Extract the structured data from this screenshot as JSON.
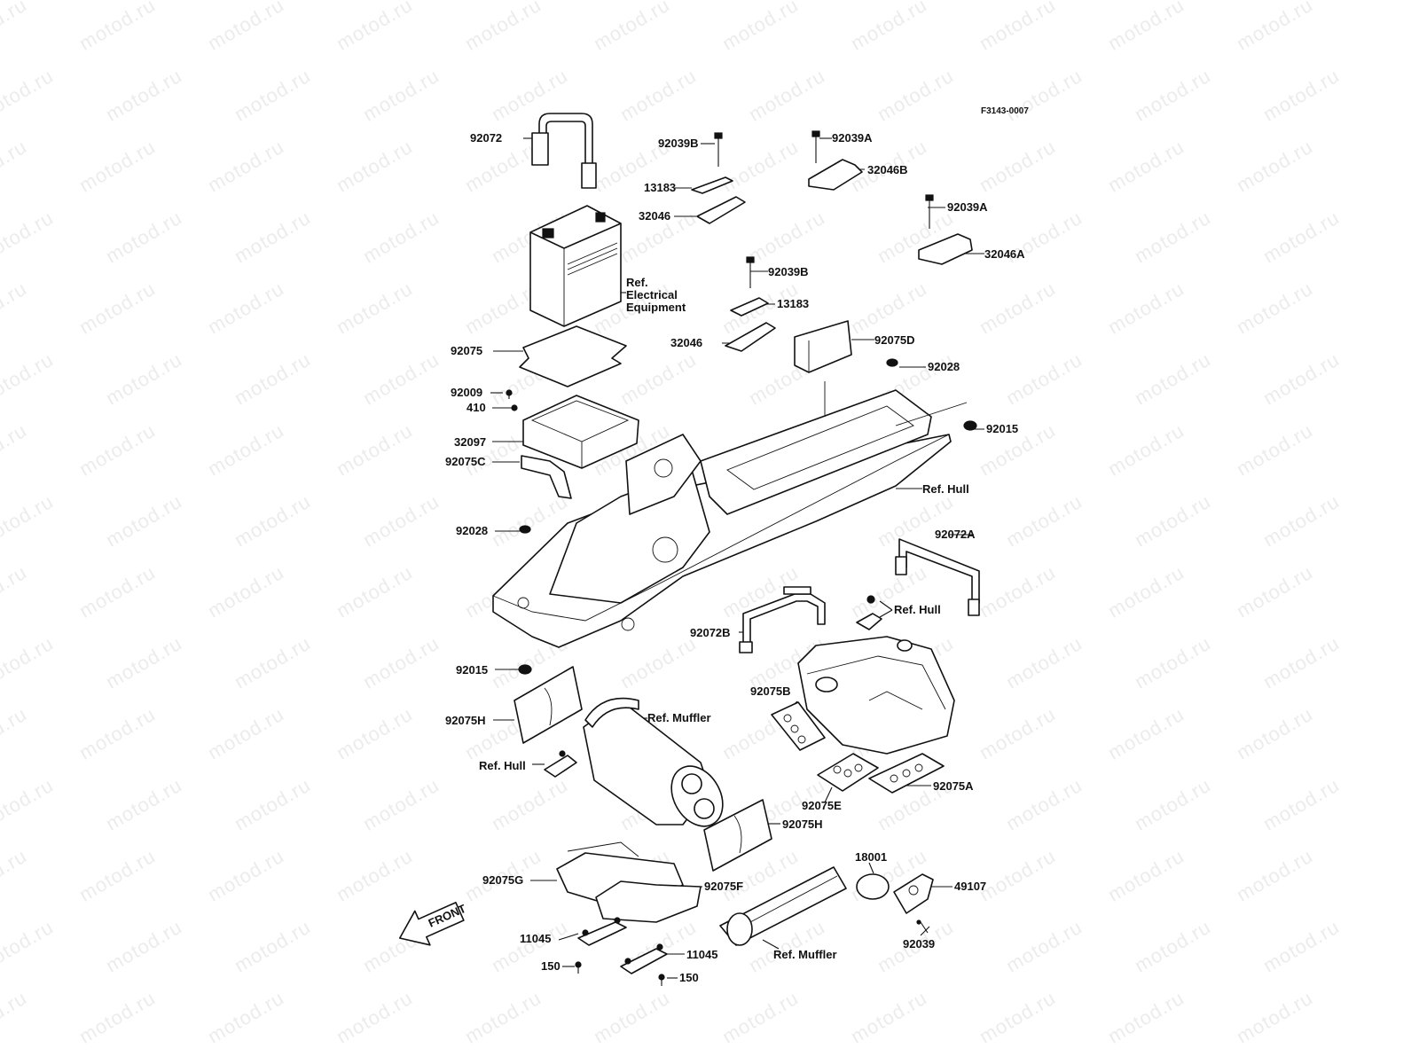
{
  "figure_code": "F3143-0007",
  "watermark": "motod.ru",
  "front_label": "FRONT",
  "parts": {
    "p92072": "92072",
    "p92039B_top": "92039B",
    "p13183_top": "13183",
    "p32046_top": "32046",
    "p92039A_top": "92039A",
    "p32046B": "32046B",
    "p92039A_right": "92039A",
    "p32046A": "32046A",
    "p92039B_mid": "92039B",
    "p13183_mid": "13183",
    "p32046_mid": "32046",
    "ref_electrical_1": "Ref.",
    "ref_electrical_2": "Electrical",
    "ref_electrical_3": "Equipment",
    "p92075": "92075",
    "p92075D": "92075D",
    "p92028_right": "92028",
    "p92009": "92009",
    "p410": "410",
    "p32097": "32097",
    "p92075C": "92075C",
    "p92015_right": "92015",
    "ref_hull_top": "Ref. Hull",
    "p92028_left": "92028",
    "p92072A": "92072A",
    "ref_hull_right": "Ref. Hull",
    "p92072B": "92072B",
    "p92015_left": "92015",
    "p92075B": "92075B",
    "p92075H_left": "92075H",
    "ref_muffler_top": "Ref. Muffler",
    "ref_hull_left": "Ref. Hull",
    "p92075E": "92075E",
    "p92075A": "92075A",
    "p92075H_mid": "92075H",
    "p18001": "18001",
    "p92075G": "92075G",
    "p92075F": "92075F",
    "p49107": "49107",
    "p11045_left": "11045",
    "p11045_right": "11045",
    "ref_muffler_bottom": "Ref. Muffler",
    "p92039": "92039",
    "p150_left": "150",
    "p150_right": "150"
  }
}
